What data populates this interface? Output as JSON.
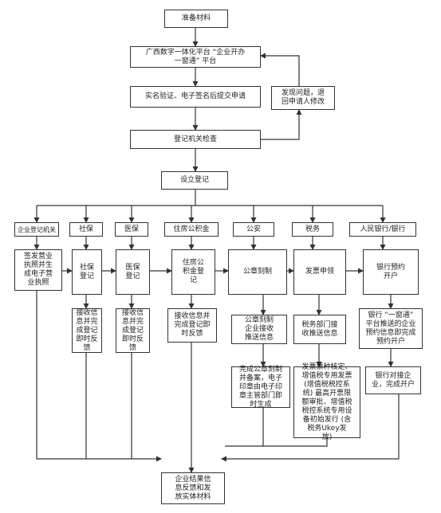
{
  "nodes": {
    "prepare": "准备材料",
    "platform": "广西数字一体化平台 “企业开办\n一窗通” 平台",
    "verify": "实名验证、电子签名后提交申请",
    "return_issue": "发现问题，退\n回申请人修改",
    "registry_check": "登记机关检查",
    "establish": "设立登记",
    "col_registry": "企业登记机关",
    "col_social": "社保",
    "col_medical": "医保",
    "col_housing": "住房公积金",
    "col_police": "公安",
    "col_tax": "税务",
    "col_bank": "人民银行/银行",
    "issue_license": "签发营业\n执照并生\n成电子营\n业执照",
    "social_reg": "社保\n登记",
    "medical_reg": "医保\n登记",
    "housing_reg": "住房公\n积金登\n记",
    "seal_making": "公章刻制",
    "invoice_claim": "发票申领",
    "bank_account": "银行预约\n开户",
    "social_feedback": "接收信\n息并完\n成登记\n即时反\n馈",
    "medical_feedback": "接收信\n息并完\n成登记\n即时反\n馈",
    "housing_feedback": "接收信息并\n完成登记即\n时反馈",
    "seal_receive": "公章刻制\n企业接收\n推送信息",
    "tax_receive": "税务部门接\n收推送信息",
    "bank_receive": "银行 “一窗通”\n平台推送的企业\n预约信息即完成\n预约开户",
    "seal_complete": "完成公章刻制\n并备案，电子\n印章由电子印\n章主管部门即\n时生成",
    "tax_detail": "发票票种核定、\n增值税专用发票\n(增值税税控系\n统) 最高开票限\n额审批、增值税\n税控系统专用设\n备初始发行 (含\n税务Ukey发\n放)",
    "bank_open": "银行对接企\n业，完成开户",
    "final": "企业结果信\n息反馈和发\n放实体材料"
  }
}
